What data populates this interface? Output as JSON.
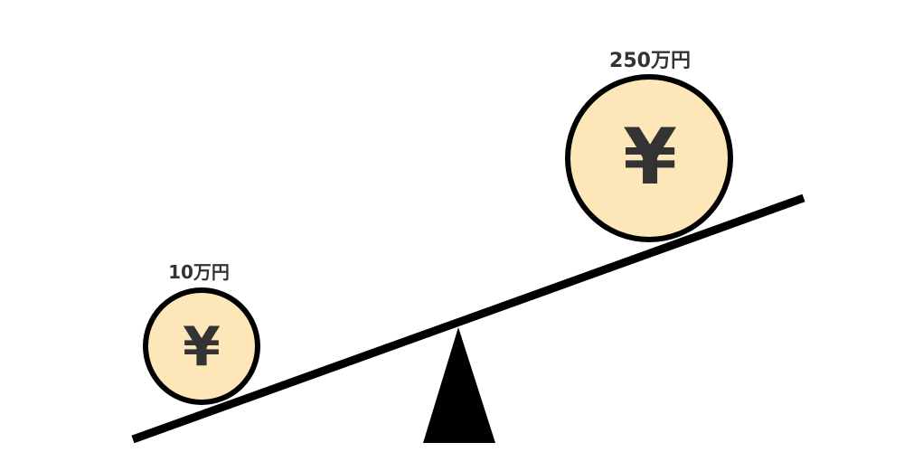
{
  "diagram": {
    "type": "seesaw-balance",
    "colors": {
      "coin_fill": "#fde6b8",
      "outline": "#000000",
      "text": "#333333",
      "background": "#ffffff"
    },
    "left": {
      "label": "10万円",
      "symbol": "¥",
      "size": "small"
    },
    "right": {
      "label": "250万円",
      "symbol": "¥",
      "size": "large"
    },
    "fulcrum": {
      "shape": "triangle"
    },
    "beam": {
      "tilt": "right-side-up"
    }
  }
}
